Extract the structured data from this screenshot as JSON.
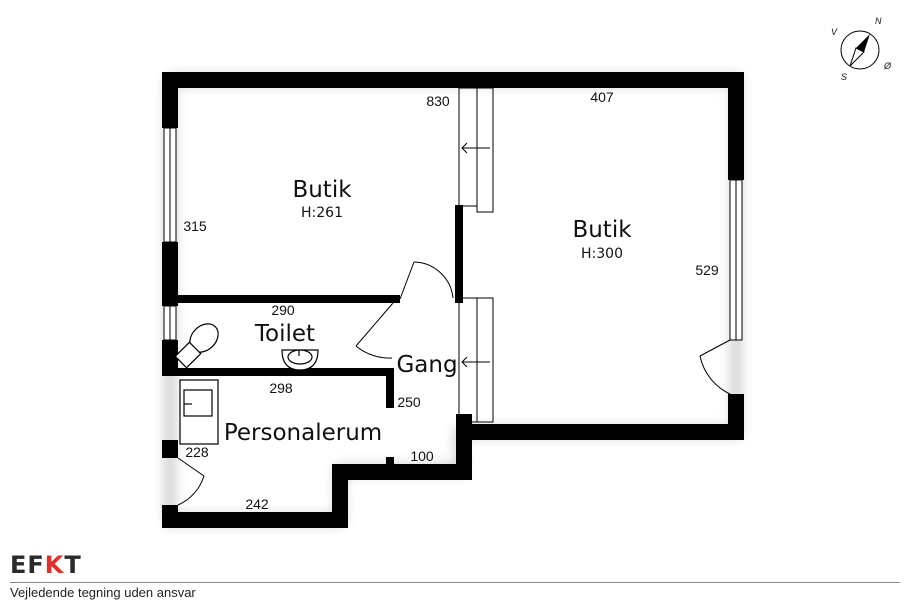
{
  "rooms": [
    {
      "name": "Butik",
      "height": "H:261"
    },
    {
      "name": "Butik",
      "height": "H:300"
    },
    {
      "name": "Toilet"
    },
    {
      "name": "Gang"
    },
    {
      "name": "Personalerum"
    }
  ],
  "dimensions": [
    "830",
    "407",
    "315",
    "529",
    "290",
    "298",
    "250",
    "228",
    "100",
    "242"
  ],
  "compass": {
    "north": "N",
    "south": "S",
    "east": "Ø",
    "west": "V"
  },
  "footer": {
    "logo_left": "EF",
    "logo_accent": "K",
    "logo_right": "T",
    "disclaimer": "Vejledende tegning uden ansvar"
  },
  "colors": {
    "wall": "#000000",
    "accent": "#e2312d"
  }
}
